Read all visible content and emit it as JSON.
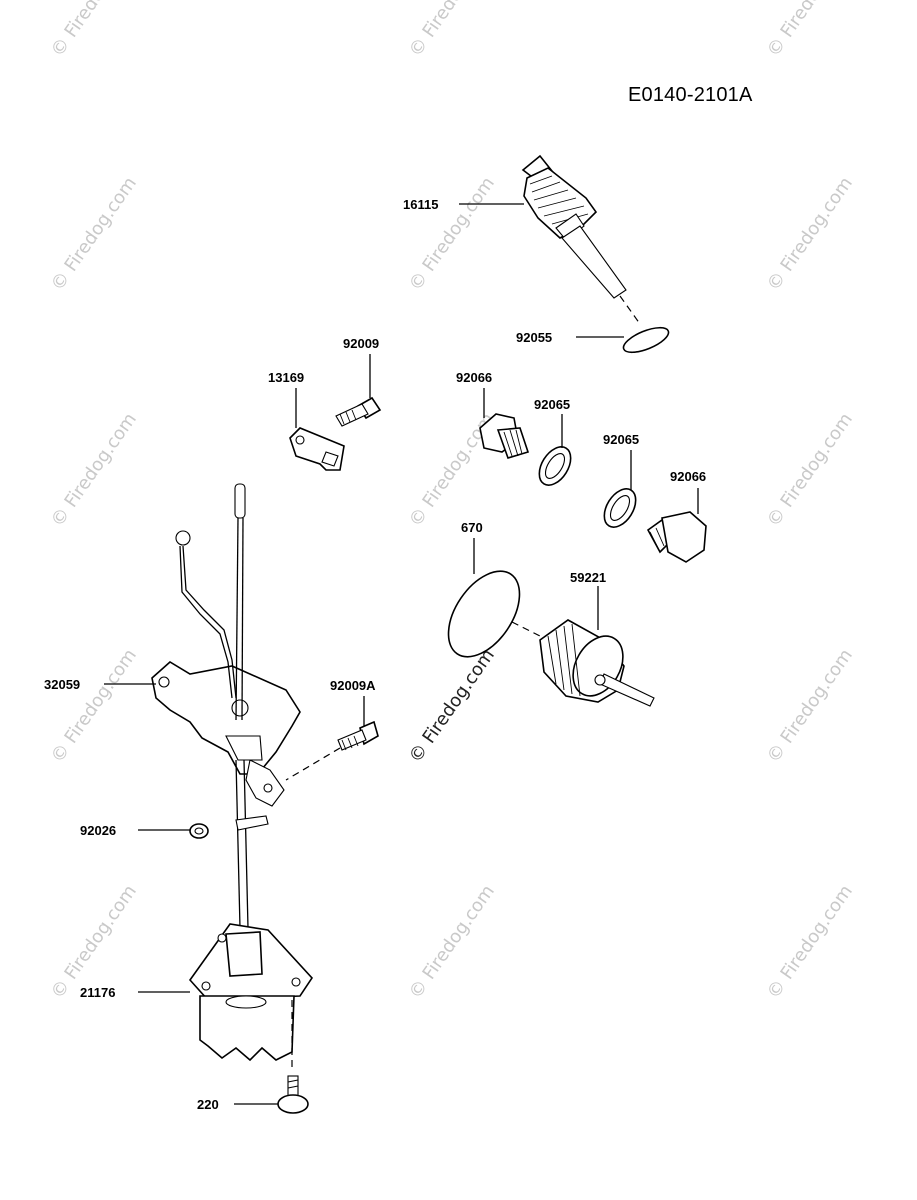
{
  "diagram_code": "E0140-2101A",
  "watermark": {
    "text": "© Firedog.com",
    "text_alt": "© Firedog.com"
  },
  "parts": [
    {
      "id": "p16115",
      "number": "16115"
    },
    {
      "id": "p92055",
      "number": "92055"
    },
    {
      "id": "p92009",
      "number": "92009"
    },
    {
      "id": "p13169",
      "number": "13169"
    },
    {
      "id": "p92066a",
      "number": "92066"
    },
    {
      "id": "p92065a",
      "number": "92065"
    },
    {
      "id": "p92065b",
      "number": "92065"
    },
    {
      "id": "p92066b",
      "number": "92066"
    },
    {
      "id": "p670",
      "number": "670"
    },
    {
      "id": "p59221",
      "number": "59221"
    },
    {
      "id": "p32059",
      "number": "32059"
    },
    {
      "id": "p92009A",
      "number": "92009A"
    },
    {
      "id": "p92026",
      "number": "92026"
    },
    {
      "id": "p21176",
      "number": "21176"
    },
    {
      "id": "p220",
      "number": "220"
    }
  ],
  "colors": {
    "line": "#000000",
    "watermark": "#c9c9c9",
    "background": "#ffffff"
  }
}
